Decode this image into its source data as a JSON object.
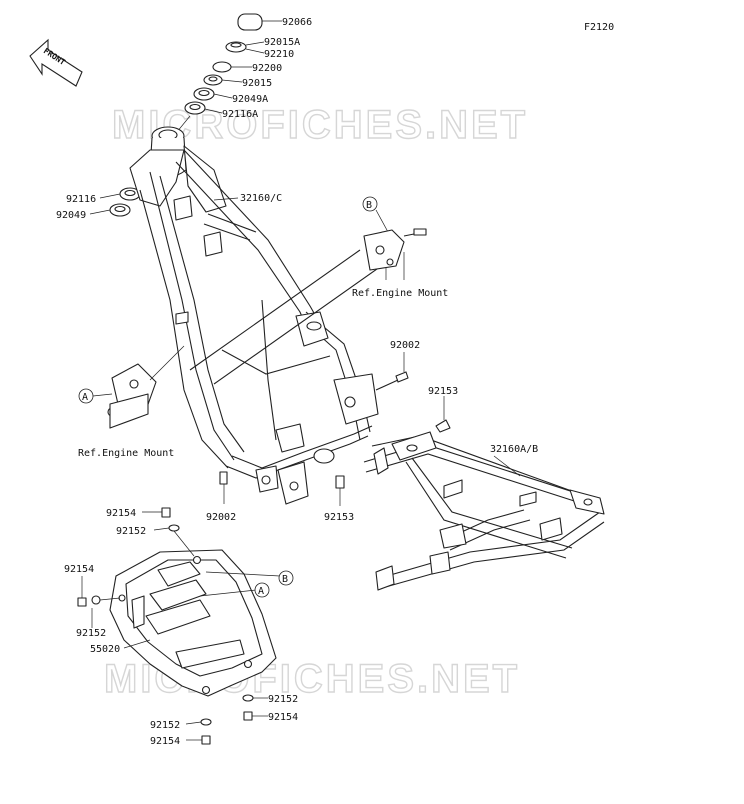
{
  "diagram": {
    "code": "F2120",
    "watermark": "MICROFICHES.NET",
    "front_badge": "FRONT",
    "callouts": {
      "p92066": "92066",
      "p92015A": "92015A",
      "p92210": "92210",
      "p92200": "92200",
      "p92015": "92015",
      "p92049A": "92049A",
      "p92116A": "92116A",
      "p92116": "92116",
      "p92049": "92049",
      "p32160C": "32160/C",
      "p92002a": "92002",
      "p92002b": "92002",
      "p92153a": "92153",
      "p92153b": "92153",
      "p32160AB": "32160A/B",
      "p92154a": "92154",
      "p92152a": "92152",
      "p92154b": "92154",
      "p92152b": "92152",
      "p55020": "55020",
      "p92152c": "92152",
      "p92154c": "92154",
      "p92152d": "92152",
      "p92154d": "92154"
    },
    "references": {
      "engine_mount_b": "Ref.Engine Mount",
      "engine_mount_a": "Ref.Engine Mount",
      "letter_a": "A",
      "letter_b": "B",
      "letter_a2": "A",
      "letter_b2": "B"
    }
  }
}
